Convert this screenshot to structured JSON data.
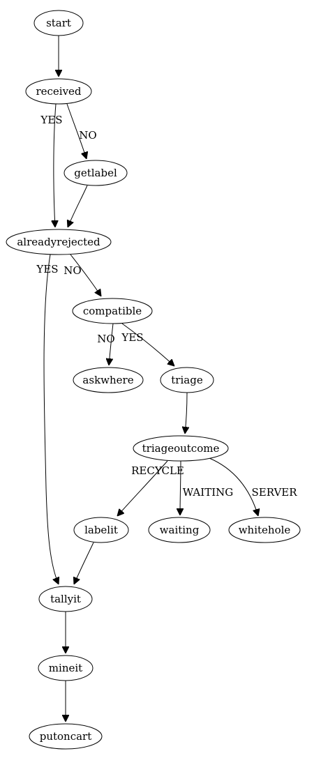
{
  "nodes": [
    {
      "id": "start",
      "label": "start"
    },
    {
      "id": "received",
      "label": "received"
    },
    {
      "id": "getlabel",
      "label": "getlabel"
    },
    {
      "id": "alreadyrejected",
      "label": "alreadyrejected"
    },
    {
      "id": "compatible",
      "label": "compatible"
    },
    {
      "id": "askwhere",
      "label": "askwhere"
    },
    {
      "id": "triage",
      "label": "triage"
    },
    {
      "id": "triageoutcome",
      "label": "triageoutcome"
    },
    {
      "id": "labelit",
      "label": "labelit"
    },
    {
      "id": "waiting",
      "label": "waiting"
    },
    {
      "id": "whitehole",
      "label": "whitehole"
    },
    {
      "id": "tallyit",
      "label": "tallyit"
    },
    {
      "id": "mineit",
      "label": "mineit"
    },
    {
      "id": "putoncart",
      "label": "putoncart"
    }
  ],
  "edges": [
    {
      "from": "start",
      "to": "received",
      "label": ""
    },
    {
      "from": "received",
      "to": "alreadyrejected",
      "label": "YES"
    },
    {
      "from": "received",
      "to": "getlabel",
      "label": "NO"
    },
    {
      "from": "getlabel",
      "to": "alreadyrejected",
      "label": ""
    },
    {
      "from": "alreadyrejected",
      "to": "tallyit",
      "label": "YES"
    },
    {
      "from": "alreadyrejected",
      "to": "compatible",
      "label": "NO"
    },
    {
      "from": "compatible",
      "to": "askwhere",
      "label": "NO"
    },
    {
      "from": "compatible",
      "to": "triage",
      "label": "YES"
    },
    {
      "from": "triage",
      "to": "triageoutcome",
      "label": ""
    },
    {
      "from": "triageoutcome",
      "to": "labelit",
      "label": "RECYCLE"
    },
    {
      "from": "triageoutcome",
      "to": "waiting",
      "label": "WAITING"
    },
    {
      "from": "triageoutcome",
      "to": "whitehole",
      "label": "SERVER"
    },
    {
      "from": "labelit",
      "to": "tallyit",
      "label": ""
    },
    {
      "from": "tallyit",
      "to": "mineit",
      "label": ""
    },
    {
      "from": "mineit",
      "to": "putoncart",
      "label": ""
    }
  ]
}
